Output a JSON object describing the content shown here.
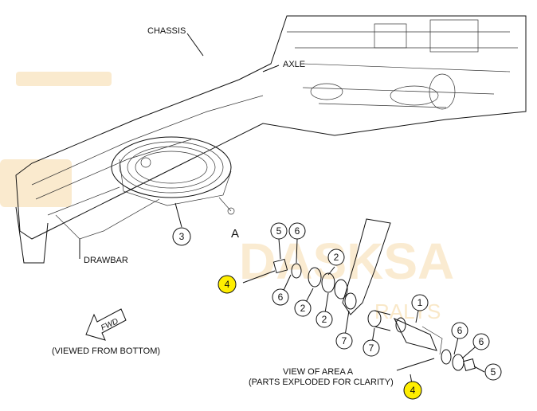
{
  "watermark": {
    "text_main": "DASKSA",
    "text_sub": "RALYS",
    "color": "#f6d9a5"
  },
  "labels": {
    "chassis": "CHASSIS",
    "axle": "AXLE",
    "drawbar": "DRAWBAR",
    "area_a": "A",
    "fwd": "FWD",
    "viewed_from_bottom": "(VIEWED FROM BOTTOM)",
    "view_area_line1": "VIEW OF AREA A",
    "view_area_line2": "(PARTS EXPLODED FOR CLARITY)"
  },
  "callouts": {
    "c3": "3",
    "c5_top": "5",
    "c6_top": "6",
    "c4_left": "4",
    "c6_mid": "6",
    "c2_a": "2",
    "c2_b": "2",
    "c2_c": "2",
    "c7_a": "7",
    "c7_b": "7",
    "c1": "1",
    "c6_r1": "6",
    "c6_r2": "6",
    "c5_right": "5",
    "c4_bottom": "4"
  },
  "colors": {
    "highlight": "#ffee00",
    "line": "#111111"
  }
}
